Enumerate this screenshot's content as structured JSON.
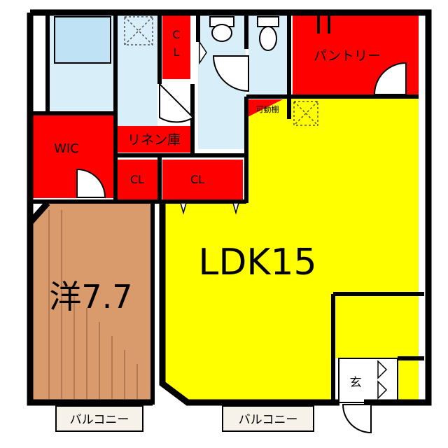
{
  "rooms": {
    "ldk": "LDK15",
    "western_room": "洋7.7",
    "wic": "WIC",
    "pantry": "パントリー",
    "linen_closet": "リネン庫",
    "closet_top_line1": "C",
    "closet_top_line2": "L",
    "closet_left": "CL",
    "closet_right": "CL",
    "adjustable_shelf": "可動棚",
    "entrance": "玄"
  },
  "balconies": {
    "left": "バルコニー",
    "right": "バルコニー"
  },
  "colors": {
    "ldk_fill": "#ffff00",
    "storage_fill": "#ff0000",
    "western_room_fill": "#d99a6c",
    "wet_area_fill": "#d8eef8",
    "wall": "#000000"
  }
}
